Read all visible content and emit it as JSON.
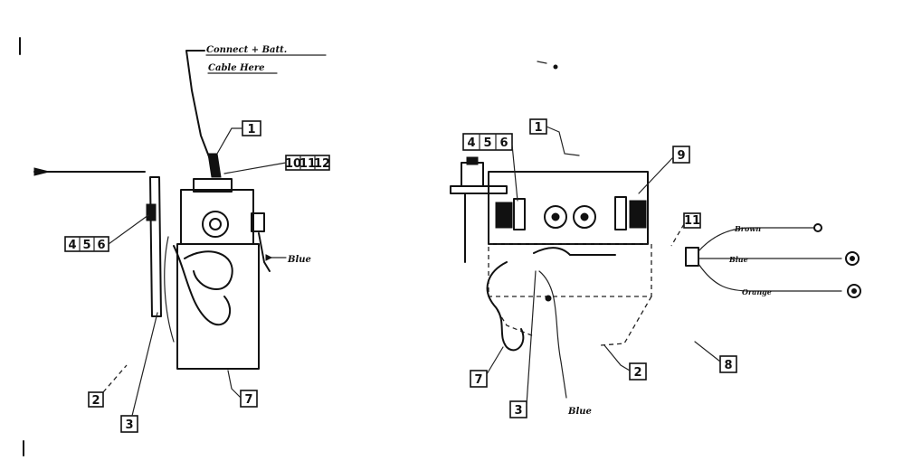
{
  "left_view": {
    "note_line1": "Connect + Batt.",
    "note_line2": "Cable Here",
    "wire_label": "Blue",
    "callouts": {
      "c1": "1",
      "c10": "10",
      "c11": "11",
      "c12": "12",
      "c4": "4",
      "c5": "5",
      "c6": "6",
      "c2": "2",
      "c3": "3",
      "c7": "7"
    }
  },
  "right_view": {
    "wire_label_bottom": "Blue",
    "harness_labels": {
      "brown": "Brown",
      "blue": "Blue",
      "orange": "Orange"
    },
    "callouts": {
      "c4": "4",
      "c5": "5",
      "c6": "6",
      "c1": "1",
      "c9": "9",
      "c11": "11",
      "c7": "7",
      "c3": "3",
      "c2": "2",
      "c8": "8"
    }
  }
}
